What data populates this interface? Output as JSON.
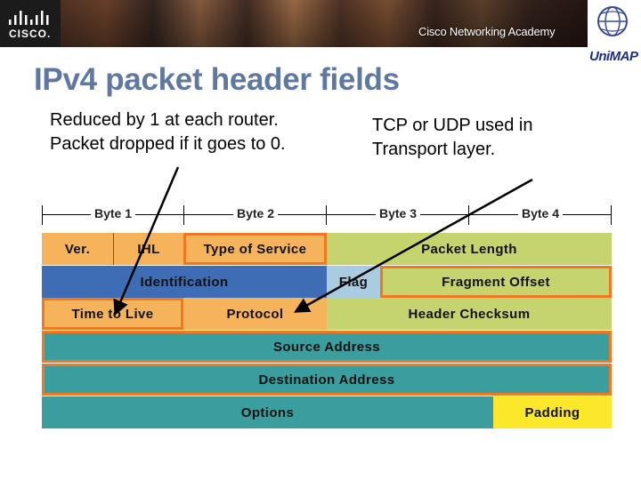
{
  "banner": {
    "brand": "CISCO.",
    "academy": "Cisco Networking Academy",
    "partner_logo": "UniMAP"
  },
  "title": "IPv4 packet header fields",
  "notes": {
    "left": "Reduced by 1 at each router. Packet dropped if it goes to 0.",
    "right": "TCP or UDP used in Transport layer."
  },
  "bytes": [
    "Byte 1",
    "Byte 2",
    "Byte 3",
    "Byte 4"
  ],
  "fields": {
    "ver": "Ver.",
    "ihl": "IHL",
    "tos": "Type of Service",
    "length": "Packet Length",
    "identification": "Identification",
    "flag": "Flag",
    "fragment_offset": "Fragment Offset",
    "ttl": "Time to Live",
    "protocol": "Protocol",
    "checksum": "Header Checksum",
    "source": "Source Address",
    "destination": "Destination Address",
    "options": "Options",
    "padding": "Padding"
  },
  "colors": {
    "orange": "#f5b45c",
    "olive": "#c5d46e",
    "blue": "#3f6db5",
    "light_blue": "#a9cce0",
    "teal": "#3a9e9f",
    "yellow": "#fce82b",
    "highlight": "#f07820",
    "title": "#5f78a2"
  }
}
